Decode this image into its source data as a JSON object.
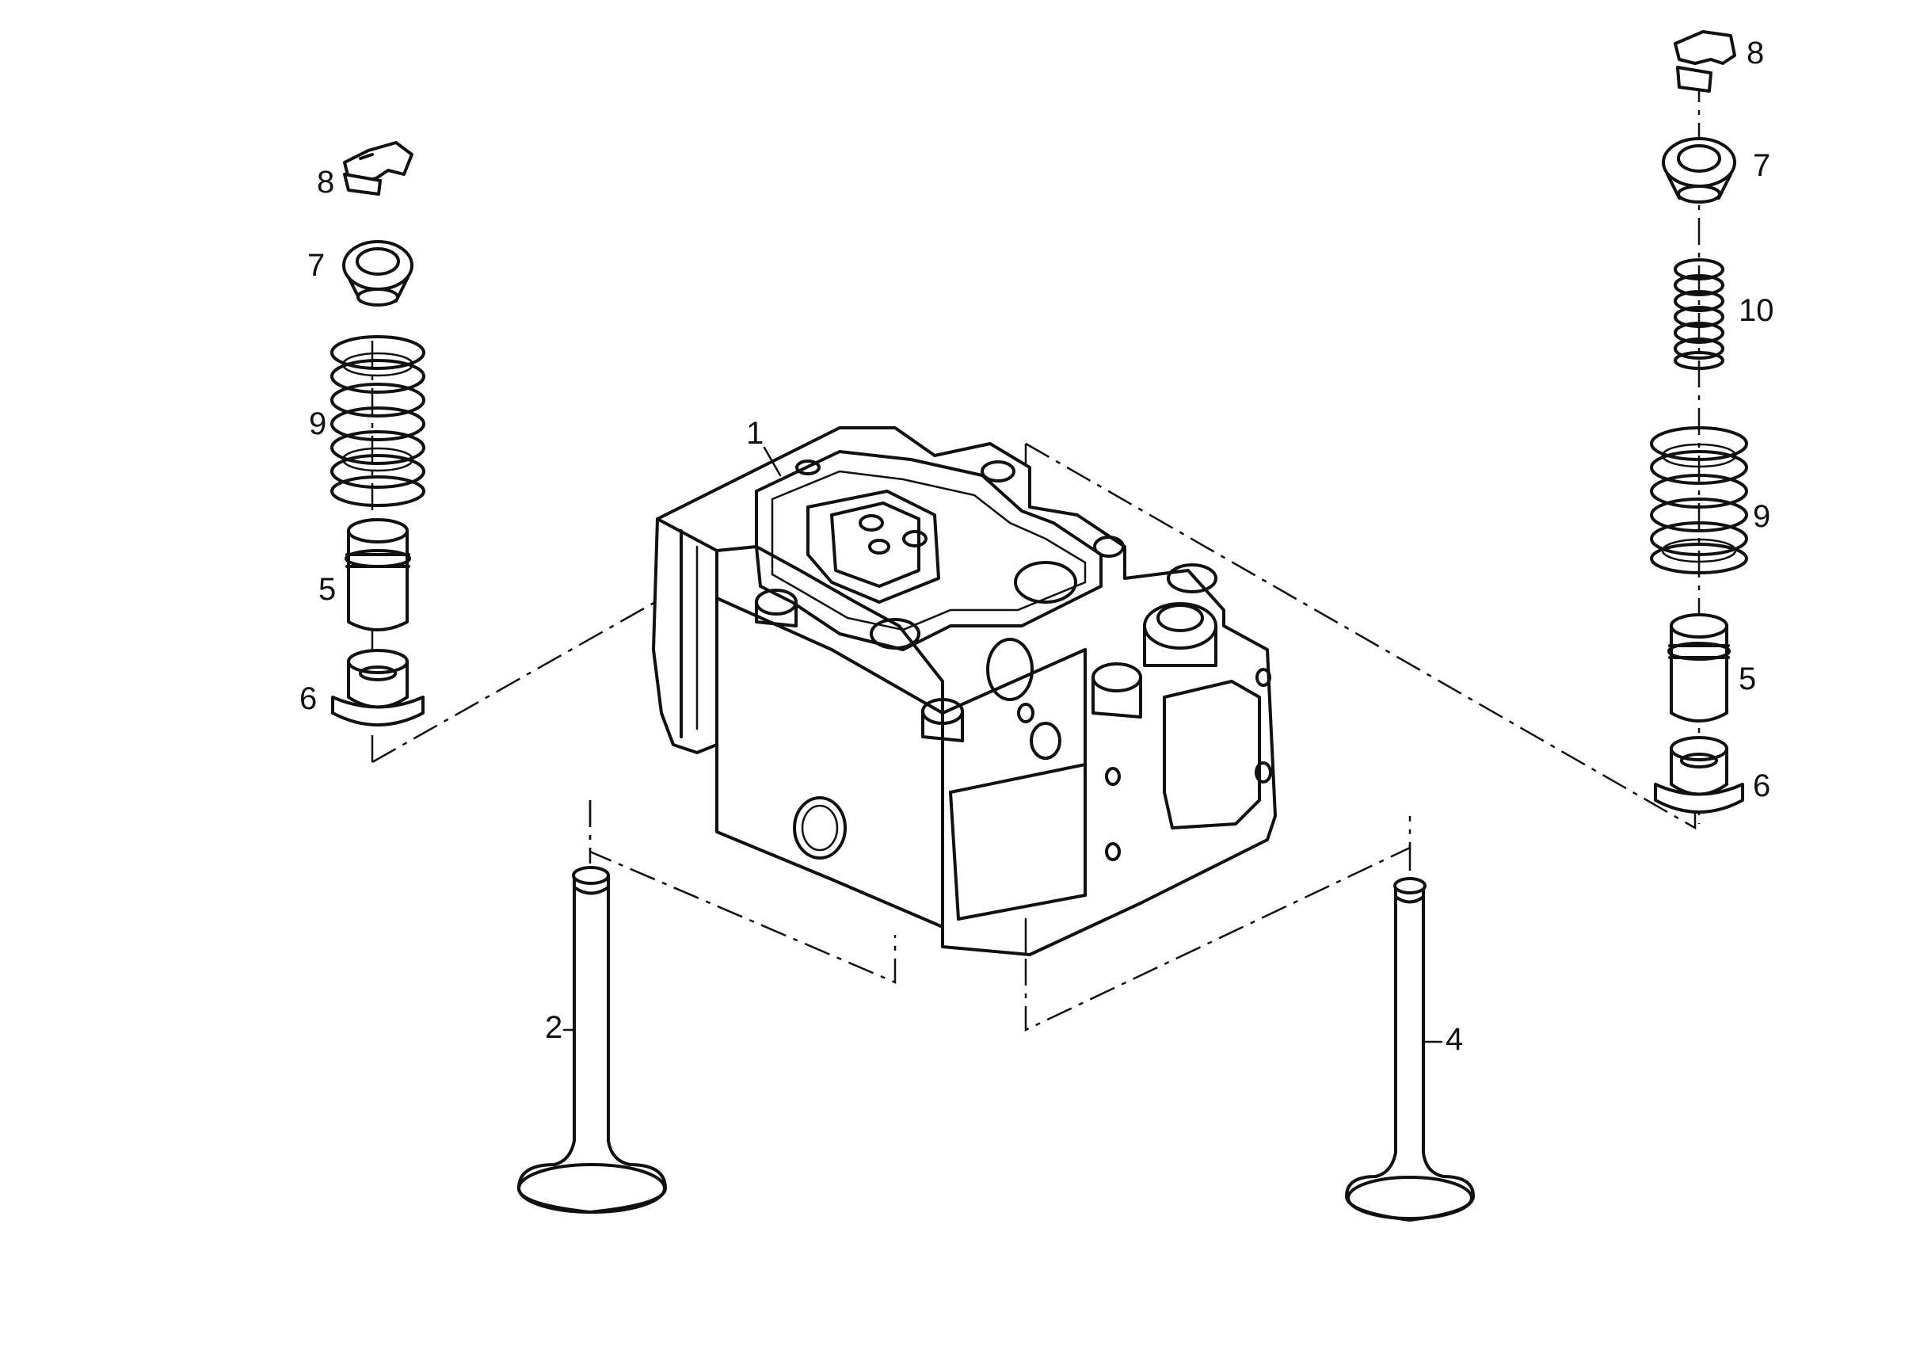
{
  "diagram": {
    "callouts": {
      "head": "1",
      "valve_a": "2",
      "valve_b": "4",
      "left": {
        "keeper": "8",
        "retainer": "7",
        "spring": "9",
        "guide": "5",
        "seat": "6"
      },
      "right": {
        "keeper": "8",
        "retainer": "7",
        "inner_spring": "10",
        "spring": "9",
        "guide": "5",
        "seat": "6"
      }
    },
    "colors": {
      "ink": "#111111",
      "paper": "#ffffff"
    },
    "icons": [
      "valve-keeper-icon",
      "valve-spring-retainer-icon",
      "valve-spring-icon",
      "valve-guide-icon",
      "valve-seat-icon",
      "valve-icon",
      "cylinder-head-icon"
    ]
  }
}
